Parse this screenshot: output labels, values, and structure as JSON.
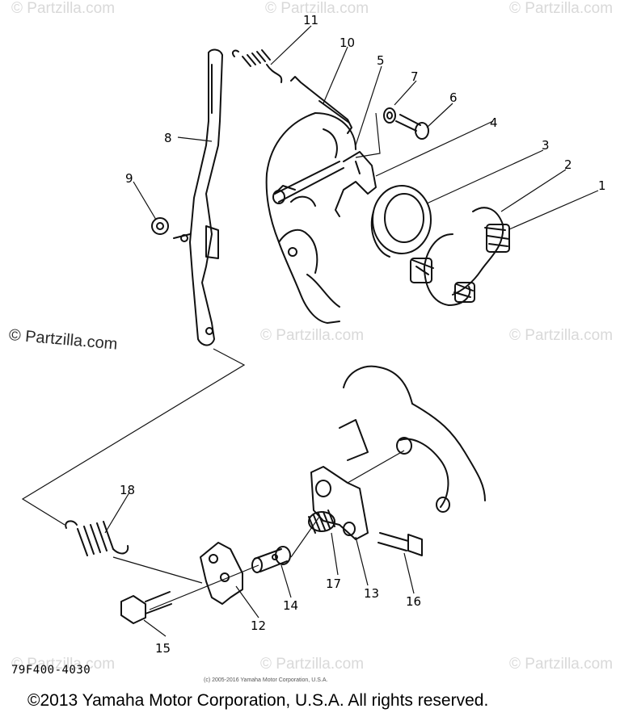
{
  "watermark": {
    "text": "© Partzilla.com",
    "featured": "© Partzilla.com"
  },
  "diagram": {
    "part_code": "79F400-4030",
    "small_copyright": "(c) 2005-2016 Yamaha Motor Corporation, U.S.A.",
    "copyright": "©2013 Yamaha Motor Corporation, U.S.A. All rights reserved.",
    "callouts": [
      "1",
      "2",
      "3",
      "4",
      "5",
      "6",
      "7",
      "8",
      "9",
      "10",
      "11",
      "12",
      "13",
      "14",
      "15",
      "16",
      "17",
      "18"
    ]
  }
}
